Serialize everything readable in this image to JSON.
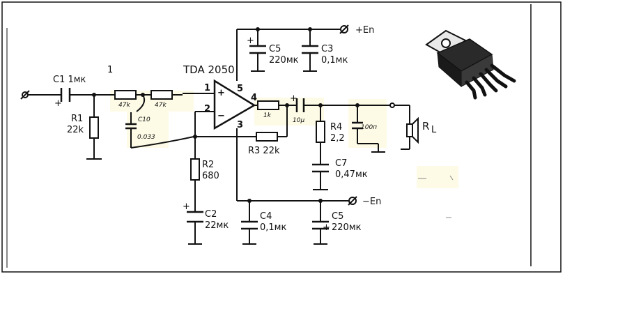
{
  "chip_name": "TDA 2050",
  "pins": {
    "p1": "1",
    "p2": "2",
    "p3": "3",
    "p4": "4",
    "p5": "5",
    "plus": "+",
    "minus": "−"
  },
  "supply": {
    "pos": "+En",
    "neg": "−En"
  },
  "components": {
    "c1": "C1 1мк",
    "r1_name": "R1",
    "r1_val": "22k",
    "r_in_a": "47k",
    "r_in_b": "47k",
    "c10_name": "C10",
    "c10_val": "0.033",
    "r2_name": "R2",
    "r2_val": "680",
    "c2_name": "C2",
    "c2_val": "22мк",
    "r3": "R3 22k",
    "r_out": "1k",
    "c_out": "10μ",
    "r4_name": "R4",
    "r4_val": "2,2",
    "c7_name": "C7",
    "c7_val": "0,47мк",
    "c_load": "100п",
    "load": "R",
    "load_sub": "L",
    "c5_top_name": "C5",
    "c5_top_val": "220мк",
    "c3_name": "C3",
    "c3_val": "0,1мк",
    "c4_name": "C4",
    "c4_val": "0,1мк",
    "c5_bot_name": "C5",
    "c5_bot_val": "220мк"
  },
  "marks": {
    "c1_plus": "+",
    "c5t_plus": "+",
    "c2_plus": "+",
    "c5b_plus": "+",
    "cout_plus": "+",
    "stray": "1"
  },
  "colors": {
    "ink": "#111111",
    "highlight": "#fdfbe6",
    "chip_body": "#2a2a2a",
    "chip_tab": "#e8e8e8"
  }
}
